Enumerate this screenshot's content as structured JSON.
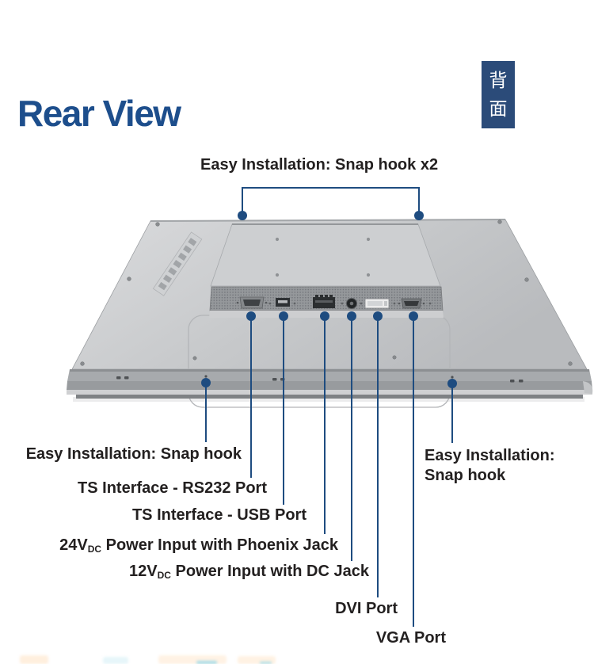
{
  "colors": {
    "title_blue": "#1d4e8c",
    "callout_navy": "#1e4c80",
    "side_tab_bg": "#2b4b79",
    "label_text": "#232020"
  },
  "header": {
    "title": "Rear View",
    "side_tab_chars": [
      "背",
      "面"
    ]
  },
  "callouts": {
    "top_snap": "Easy Installation: Snap hook x2",
    "left_snap": "Easy Installation: Snap hook",
    "right_snap_line1": "Easy Installation:",
    "right_snap_line2": "Snap hook",
    "rs232": "TS Interface - RS232 Port",
    "usb": "TS Interface - USB Port",
    "power24_prefix": "24V",
    "power24_sub": "DC",
    "power24_rest": " Power Input with Phoenix Jack",
    "power12_prefix": "12V",
    "power12_sub": "DC",
    "power12_rest": " Power Input with DC Jack",
    "dvi": "DVI Port",
    "vga": "VGA Port"
  }
}
